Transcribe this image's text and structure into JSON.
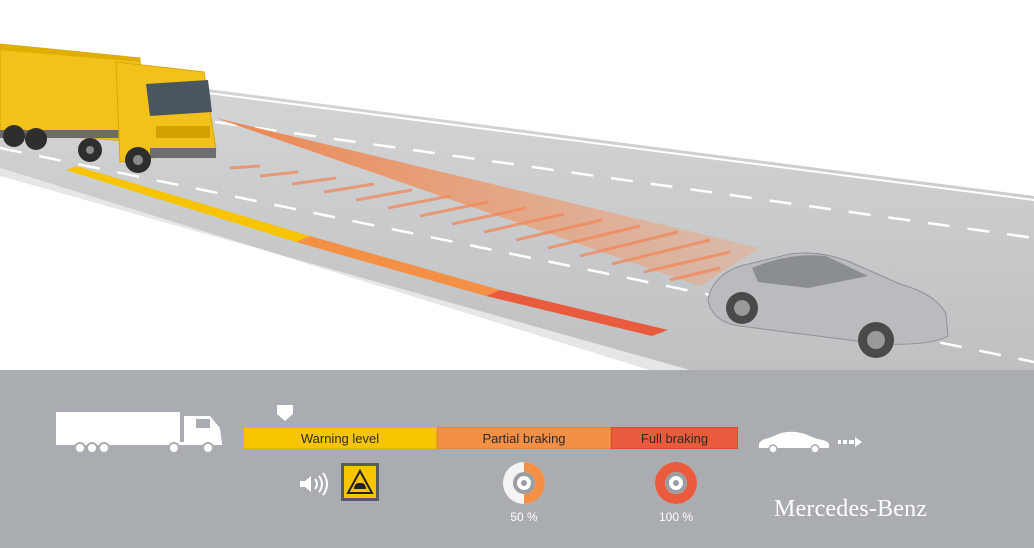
{
  "levels": {
    "warning_label": "Warning level",
    "partial_label": "Partial braking",
    "full_label": "Full braking"
  },
  "braking": {
    "partial_percent_label": "50 %",
    "full_percent_label": "100 %",
    "partial_fraction": 0.5,
    "full_fraction": 1.0
  },
  "brand": "Mercedes-Benz",
  "colors": {
    "warning": "#f7c400",
    "partial": "#f39045",
    "full": "#ea5a3c",
    "truck": "#f2c21a",
    "panel": "#a9adb1",
    "road": "#c9cacc"
  },
  "icons": {
    "pointer": "down-pointer-icon",
    "acoustic": "acoustic-warning-icon",
    "visual": "visual-warning-icon",
    "brake": "brake-disc-icon",
    "truck": "truck-icon",
    "car": "car-icon",
    "motion": "motion-arrows-icon"
  }
}
